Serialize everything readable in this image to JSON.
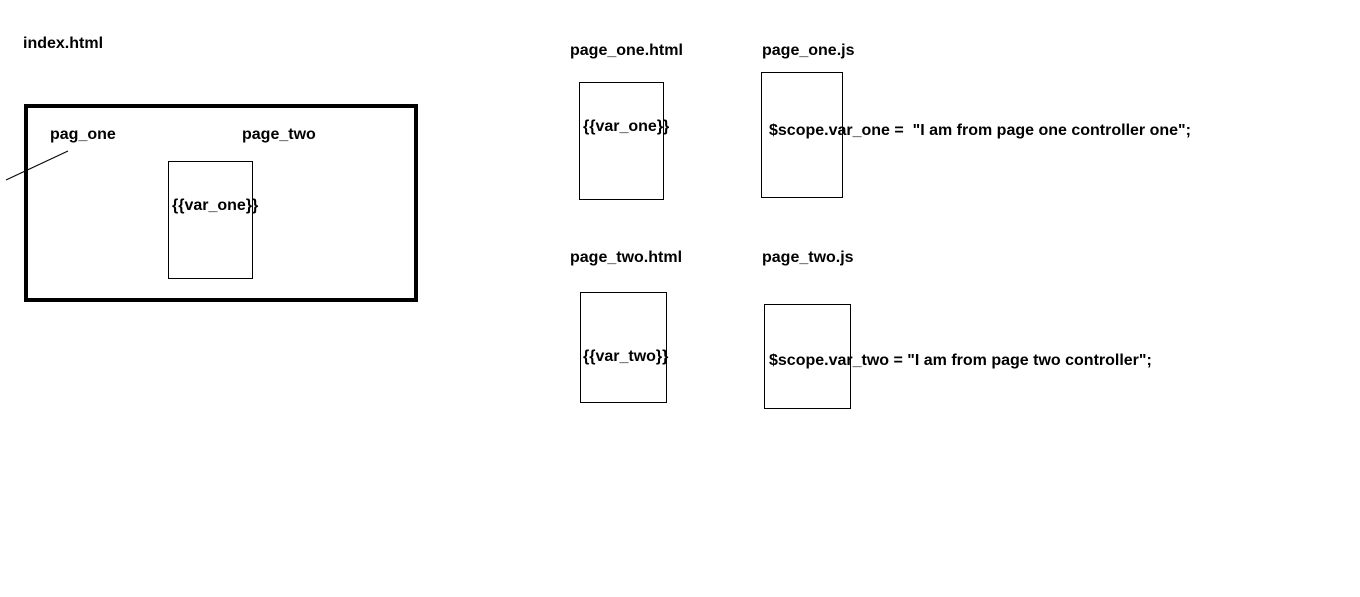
{
  "index": {
    "title": "index.html",
    "tab_one": "pag_one",
    "tab_two": "page_two",
    "placeholder": "{{var_one}}"
  },
  "page_one": {
    "html_title": "page_one.html",
    "js_title": "page_one.js",
    "html_content": "{{var_one}}",
    "js_content": "$scope.var_one =  \"I am from page one controller one\";"
  },
  "page_two": {
    "html_title": "page_two.html",
    "js_title": "page_two.js",
    "html_content": "{{var_two}}",
    "js_content": "$scope.var_two = \"I am from page two controller\";"
  }
}
